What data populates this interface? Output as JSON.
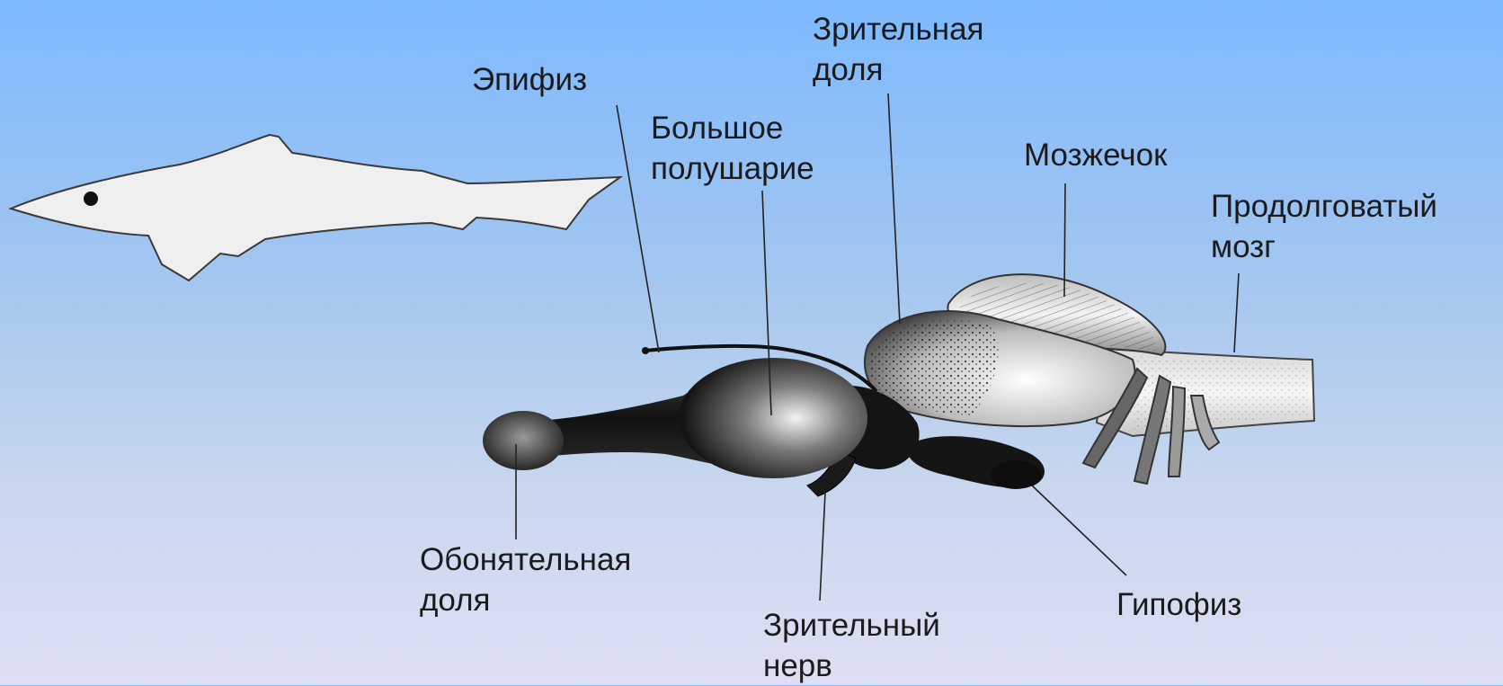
{
  "colors": {
    "background_top": "#7db9ff",
    "background_bottom": "#dedff4",
    "fish_fill": "#efefef",
    "brain_dark": "#111111",
    "brain_light": "#e8e8e8"
  },
  "labels": {
    "epiphysis": "Эпифиз",
    "optic_lobe": [
      "Зрительная",
      "доля"
    ],
    "hemisphere": [
      "Большое",
      "полушарие"
    ],
    "cerebellum": "Мозжечок",
    "medulla": [
      "Продолговатый",
      "мозг"
    ],
    "olfactory_lobe": [
      "Обонятельная",
      "доля"
    ],
    "optic_nerve": [
      "Зрительный",
      "нерв"
    ],
    "pituitary": "Гипофиз"
  }
}
